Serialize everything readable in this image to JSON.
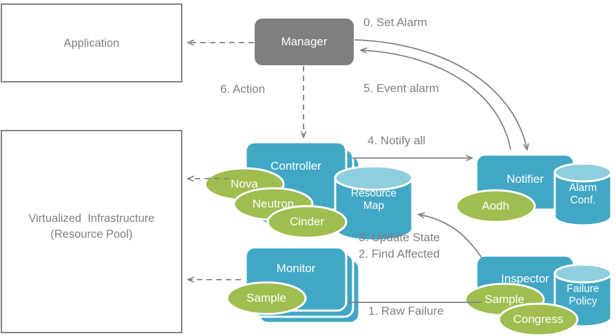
{
  "diagram": {
    "title": "OPNFV Doctor fault management architecture",
    "colors": {
      "teal": "#41A7C5",
      "teal_top": "#8FCEDE",
      "green": "#9FBE4F",
      "gray": "#7F7F7F",
      "line": "#808080",
      "text_gray": "#808080",
      "text_white": "#FFFFFF",
      "white": "#FFFFFF"
    }
  },
  "boxes": {
    "application": {
      "label": "Application"
    },
    "infrastructure": {
      "label": "Virtualized  Infrastructure\n(Resource Pool)"
    },
    "manager": {
      "label": "Manager"
    }
  },
  "nodes": {
    "controller": {
      "label": "Controller"
    },
    "monitor": {
      "label": "Monitor"
    },
    "notifier": {
      "label": "Notifier"
    },
    "inspector": {
      "label": "Inspector"
    }
  },
  "datastores": {
    "resource_map": {
      "label": "Resource\nMap"
    },
    "alarm_conf": {
      "label": "Alarm\nConf."
    },
    "failure_policy": {
      "label": "Failure\nPolicy"
    }
  },
  "tags": {
    "nova": {
      "label": "Nova"
    },
    "neutron": {
      "label": "Neutron"
    },
    "cinder": {
      "label": "Cinder"
    },
    "aodh": {
      "label": "Aodh"
    },
    "monitor_sample": {
      "label": "Sample"
    },
    "inspector_sample": {
      "label": "Sample"
    },
    "congress": {
      "label": "Congress"
    }
  },
  "flow_labels": {
    "set_alarm": "0. Set Alarm",
    "event_alarm": "5. Event alarm",
    "notify_all": "4. Notify all",
    "action": "6. Action",
    "update_state": "3. Update State",
    "find_affected": "2. Find Affected",
    "raw_failure": "1. Raw Failure"
  }
}
